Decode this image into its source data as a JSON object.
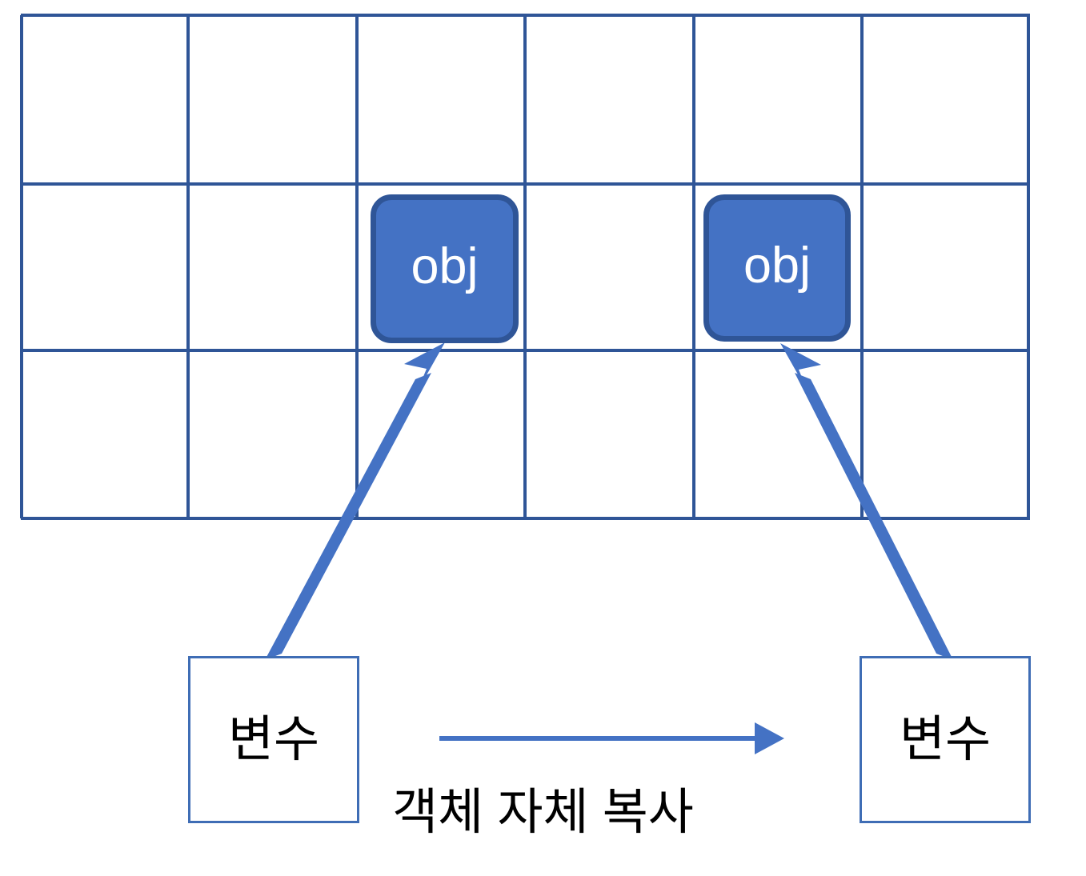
{
  "diagram": {
    "title_text": "",
    "colors": {
      "grid_line": "#2F5597",
      "object_fill": "#4472C4",
      "object_border": "#2F5597",
      "object_text": "#FFFFFF",
      "variable_border": "#3F6DB5",
      "variable_fill": "#FFFFFF",
      "variable_text": "#000000",
      "arrow": "#4472C4",
      "caption_text": "#000000",
      "background": "#FFFFFF"
    },
    "grid": {
      "name": "memory-grid",
      "columns": 6,
      "rows": 3,
      "cell_labels": []
    },
    "objects": [
      {
        "id": "obj-left",
        "label": "obj"
      },
      {
        "id": "obj-right",
        "label": "obj"
      }
    ],
    "variables": [
      {
        "id": "variable-left",
        "label": "변수"
      },
      {
        "id": "variable-right",
        "label": "변수"
      }
    ],
    "arrows": [
      {
        "id": "arrow-left-variable-to-object",
        "from": "variable-left",
        "to": "obj-left",
        "style": "thick-diagonal"
      },
      {
        "id": "arrow-right-variable-to-object",
        "from": "variable-right",
        "to": "obj-right",
        "style": "thick-diagonal"
      },
      {
        "id": "arrow-copy",
        "from": "variable-left",
        "to": "variable-right",
        "style": "thin-horizontal"
      }
    ],
    "caption": {
      "id": "copy-caption",
      "text": "객체 자체 복사"
    }
  }
}
